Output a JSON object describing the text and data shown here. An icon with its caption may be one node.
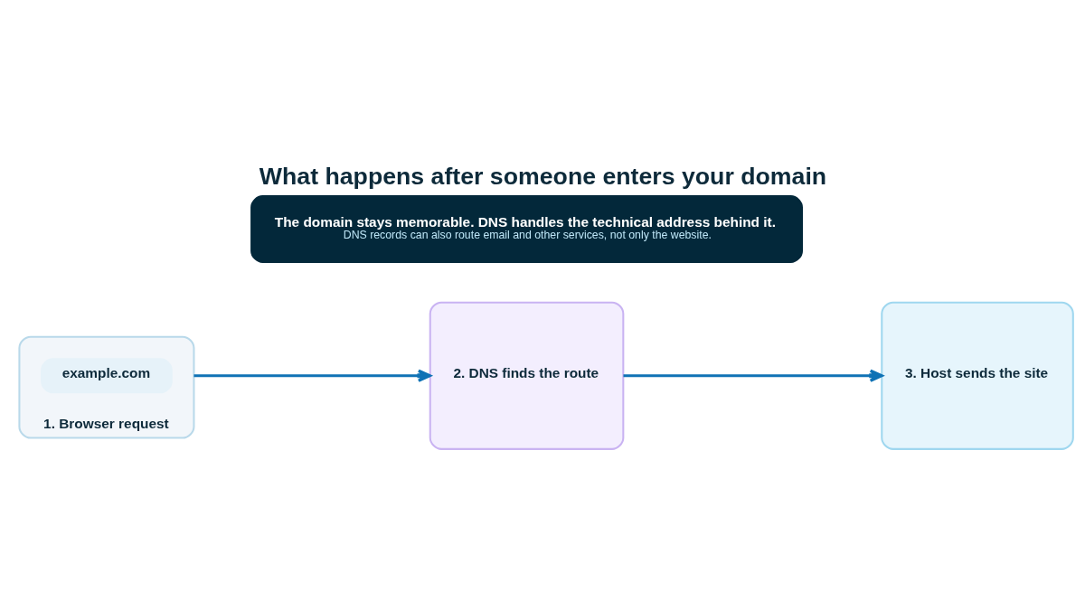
{
  "diagram": {
    "title": "What happens after someone enters your domain",
    "nodes": [
      {
        "text": [
          "1. Browser request"
        ]
      },
      {
        "text": [
          "example.com"
        ],
        "in": 0
      },
      {
        "text": [
          "2. DNS finds the route"
        ]
      },
      {
        "text": [
          "3. Host sends the site"
        ]
      },
      {
        "text": [
          "The domain stays memorable. DNS handles the technical address behind it.",
          "DNS records can also route email and other services, not only the website."
        ]
      }
    ],
    "edges": [
      {
        "from": 0,
        "to": 2,
        "arrow": "to"
      },
      {
        "from": 2,
        "to": 3,
        "arrow": "to"
      }
    ]
  }
}
